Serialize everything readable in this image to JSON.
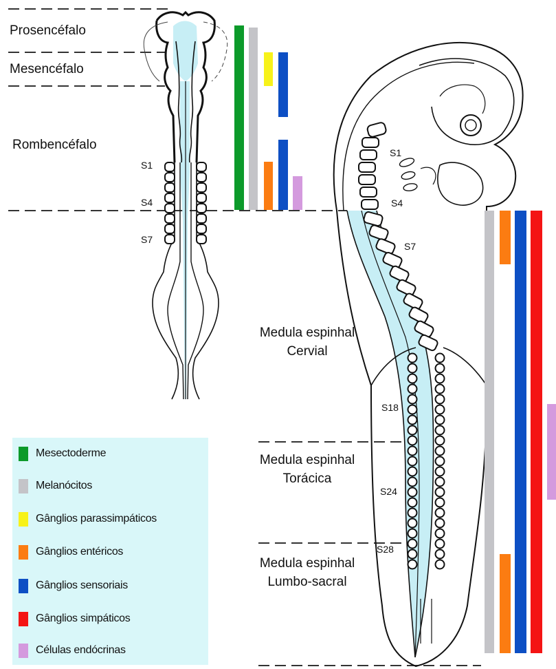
{
  "regions": {
    "prosencephalon": "Prosencéfalo",
    "mesencephalon": "Mesencéfalo",
    "rhombencephalon": "Rombencéfalo"
  },
  "somites_left": {
    "s1": "S1",
    "s4": "S4",
    "s7": "S7"
  },
  "somites_right": {
    "s1": "S1",
    "s4": "S4",
    "s7": "S7",
    "s18": "S18",
    "s24": "S24",
    "s28": "S28"
  },
  "spinal_cord": {
    "cervical": {
      "line1": "Medula espinhal",
      "line2": "Cervial"
    },
    "thoracic": {
      "line1": "Medula espinhal",
      "line2": "Torácica"
    },
    "lumbosacral": {
      "line1": "Medula espinhal",
      "line2": "Lumbo-sacral"
    }
  },
  "legend": [
    {
      "label": "Mesectoderme",
      "color": "#0c9a2a"
    },
    {
      "label": "Melanócitos",
      "color": "#c4c4c8"
    },
    {
      "label": "Gânglios parassimpáticos",
      "color": "#f7f21a"
    },
    {
      "label": "Gânglios entéricos",
      "color": "#fb7c12"
    },
    {
      "label": "Gânglios sensoriais",
      "color": "#0d4fc4"
    },
    {
      "label": "Gânglios simpáticos",
      "color": "#f41414"
    },
    {
      "label": "Células endócrinas",
      "color": "#d49ade"
    }
  ]
}
